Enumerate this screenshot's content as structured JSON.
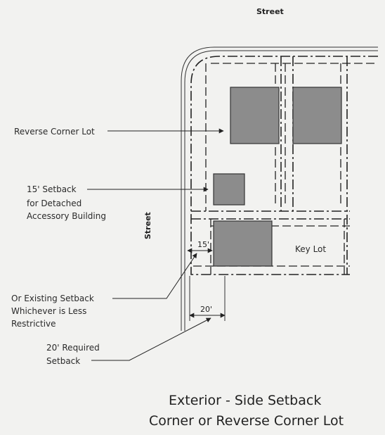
{
  "streets": {
    "top": "Street",
    "left": "Street"
  },
  "labels": {
    "reverse_corner_lot": "Reverse Corner Lot",
    "accessory_line1": "15' Setback",
    "accessory_line2": "for Detached",
    "accessory_line3": "Accessory Building",
    "key_lot": "Key Lot",
    "existing_line1": "Or Existing Setback",
    "existing_line2": "Whichever is Less",
    "existing_line3": "Restrictive",
    "required_line1": "20' Required",
    "required_line2": "Setback"
  },
  "dimensions": {
    "fifteen": "15'",
    "twenty": "20'"
  },
  "title": {
    "line1": "Exterior - Side Setback",
    "line2": "Corner or Reverse Corner Lot"
  },
  "colors": {
    "building": "#8c8c8c",
    "lines": "#222222",
    "background": "#f2f2f0"
  }
}
